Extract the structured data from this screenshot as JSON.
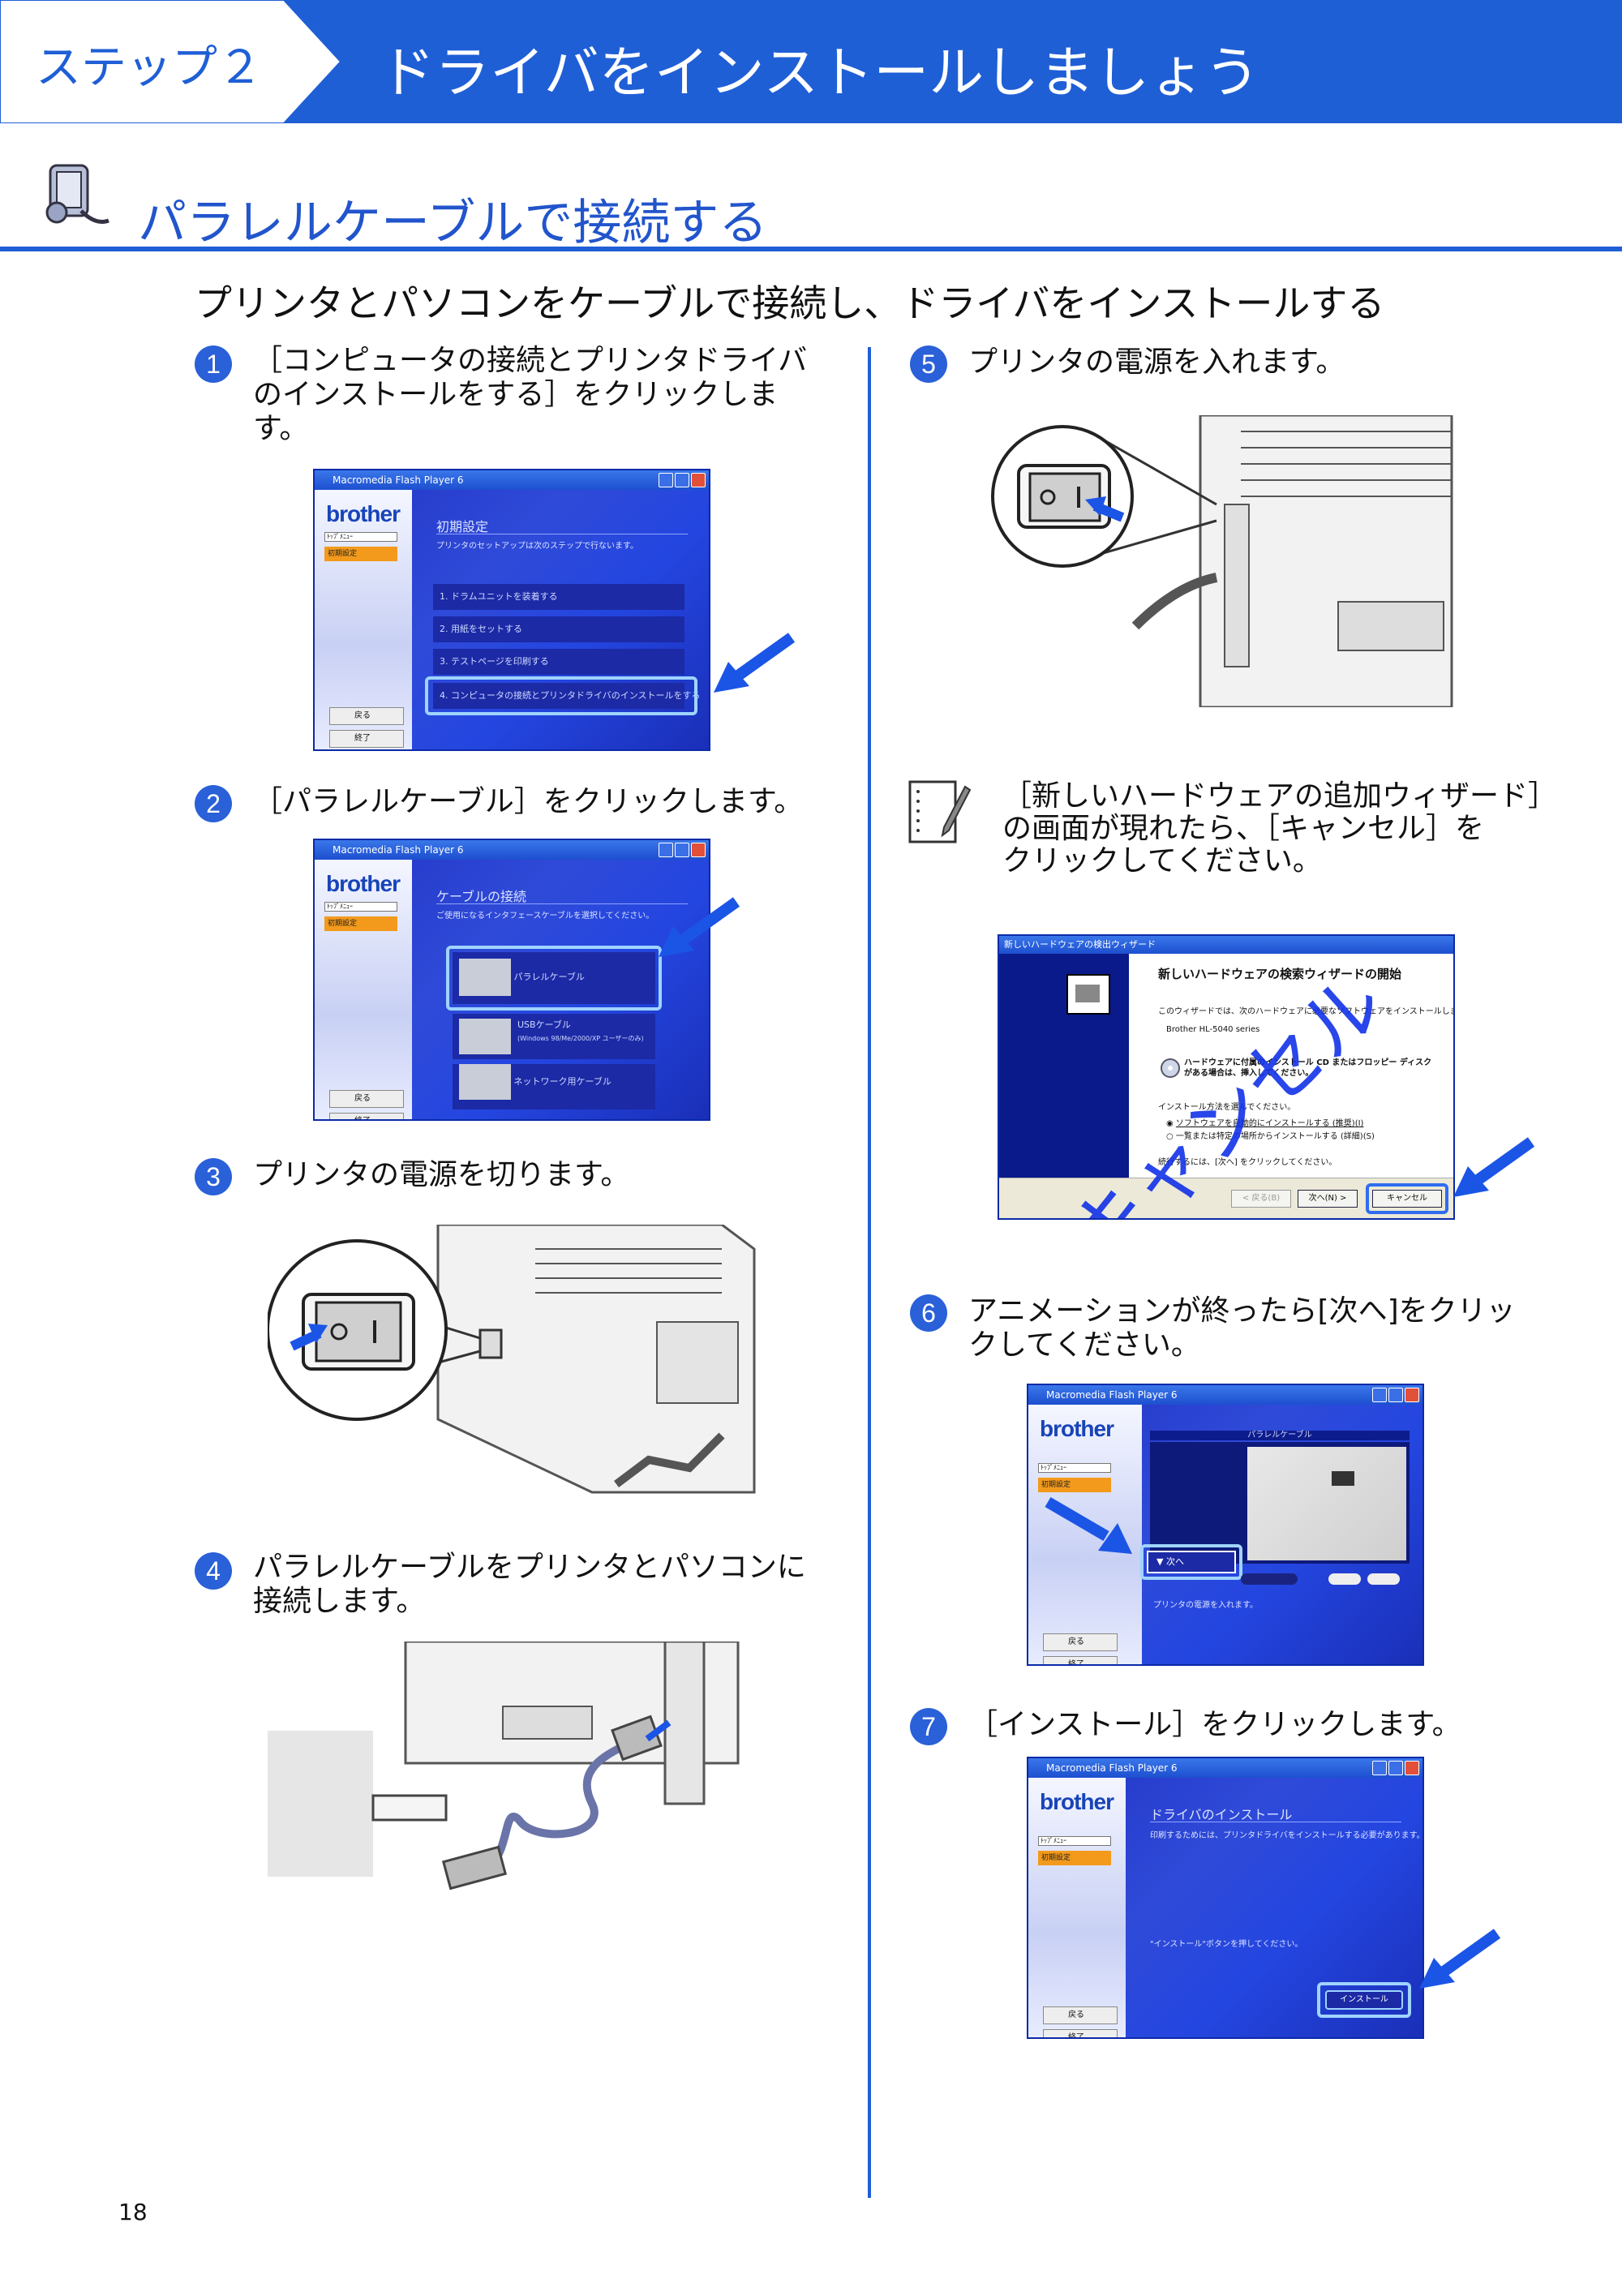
{
  "header": {
    "step_label": "ステップ２",
    "title": "ドライバをインストールしましょう"
  },
  "section": {
    "title": "パラレルケーブルで接続する",
    "subtitle": "プリンタとパソコンをケーブルで接続し、ドライバをインストールする"
  },
  "steps": [
    {
      "num": "1",
      "lines": [
        "［コンピュータの接続とプリンタドライバ",
        "のインストールをする］をクリックしま",
        "す。"
      ]
    },
    {
      "num": "2",
      "lines": [
        "［パラレルケーブル］をクリックします。"
      ]
    },
    {
      "num": "3",
      "lines": [
        "プリンタの電源を切ります。"
      ]
    },
    {
      "num": "4",
      "lines": [
        "パラレルケーブルをプリンタとパソコンに",
        "接続します。"
      ]
    },
    {
      "num": "5",
      "lines": [
        "プリンタの電源を入れます。"
      ]
    },
    {
      "num": "6",
      "lines": [
        "アニメーションが終ったら[次へ]をクリッ",
        "クしてください。"
      ]
    },
    {
      "num": "7",
      "lines": [
        "［インストール］をクリックします。"
      ]
    }
  ],
  "note": {
    "lines": [
      "［新しいハードウェアの追加ウィザード］",
      "の画面が現れたら、［キャンセル］を",
      "クリックしてください。"
    ]
  },
  "flash": {
    "window_title": "Macromedia Flash Player 6",
    "logo": "brother",
    "menu_top": "ﾄｯﾌﾟﾒﾆｭｰ",
    "menu_active": "初期設定",
    "back": "戻る",
    "exit": "終了",
    "s1": {
      "title": "初期設定",
      "subtitle": "プリンタのセットアップは次のステップで行ないます。",
      "items": [
        "1. ドラムユニットを装着する",
        "2. 用紙をセットする",
        "3. テストページを印刷する",
        "4. コンピュータの接続とプリンタドライバのインストールをする"
      ]
    },
    "s2": {
      "title": "ケーブルの接続",
      "subtitle": "ご使用になるインタフェースケーブルを選択してください。",
      "cables": [
        "パラレルケーブル",
        "USBケーブル",
        "(Windows 98/Me/2000/XP ユーザーのみ)",
        "ネットワーク用ケーブル"
      ]
    },
    "s6": {
      "banner": "パラレルケーブル",
      "next": "次へ",
      "caption": "プリンタの電源を入れます。"
    },
    "s7": {
      "title": "ドライバのインストール",
      "subtitle": "印刷するためには、プリンタドライバをインストールする必要があります。",
      "hint": "\"インストール\"ボタンを押してください。",
      "install": "インストール"
    }
  },
  "wizard": {
    "title": "新しいハードウェアの検出ウィザード",
    "heading": "新しいハードウェアの検索ウィザードの開始",
    "intro": "このウィザードでは、次のハードウェアに必要なソフトウェアをインストールします:",
    "device": "Brother HL-5040 series",
    "cd_hint": "ハードウェアに付属のインストール CD またはフロッピー ディスクがある場合は、挿入してください。",
    "prompt": "インストール方法を選んでください。",
    "opt1": "ソフトウェアを自動的にインストールする (推奨)(I)",
    "opt2": "一覧または特定の場所からインストールする (詳細)(S)",
    "cont": "続行するには、[次へ] をクリックしてください。",
    "btn_back": "< 戻る(B)",
    "btn_next": "次へ(N) >",
    "btn_cancel": "キャンセル",
    "overlay": "キャンセル"
  },
  "page_number": "18",
  "colors": {
    "brand_blue": "#1f5fd6",
    "step_number": "#2a60d8",
    "arrow": "#1b55e6"
  }
}
